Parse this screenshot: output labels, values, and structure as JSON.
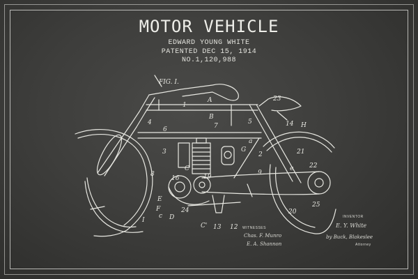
{
  "header": {
    "title": "MOTOR VEHICLE",
    "inventor": "EDWARD YOUNG WHITE",
    "patent_date": "PATENTED DEC 15, 1914",
    "patent_number": "NO.1,120,988"
  },
  "figure": {
    "label": "FIG. I.",
    "part_labels": [
      "A",
      "1",
      "B",
      "7",
      "5",
      "4",
      "6",
      "3",
      "2",
      "8",
      "C",
      "G",
      "a",
      "9",
      "E",
      "F",
      "c",
      "D",
      "24",
      "16",
      "19",
      "14",
      "H",
      "21",
      "22",
      "20",
      "25",
      "23",
      "C'",
      "13",
      "12",
      "I",
      "e"
    ]
  },
  "signatures": {
    "witnesses_label": "WITNESSES",
    "inventor_label": "INVENTOR",
    "attorney_label": "Attorney"
  },
  "colors": {
    "background": "#3e3e3c",
    "line": "#e8e8e2"
  }
}
